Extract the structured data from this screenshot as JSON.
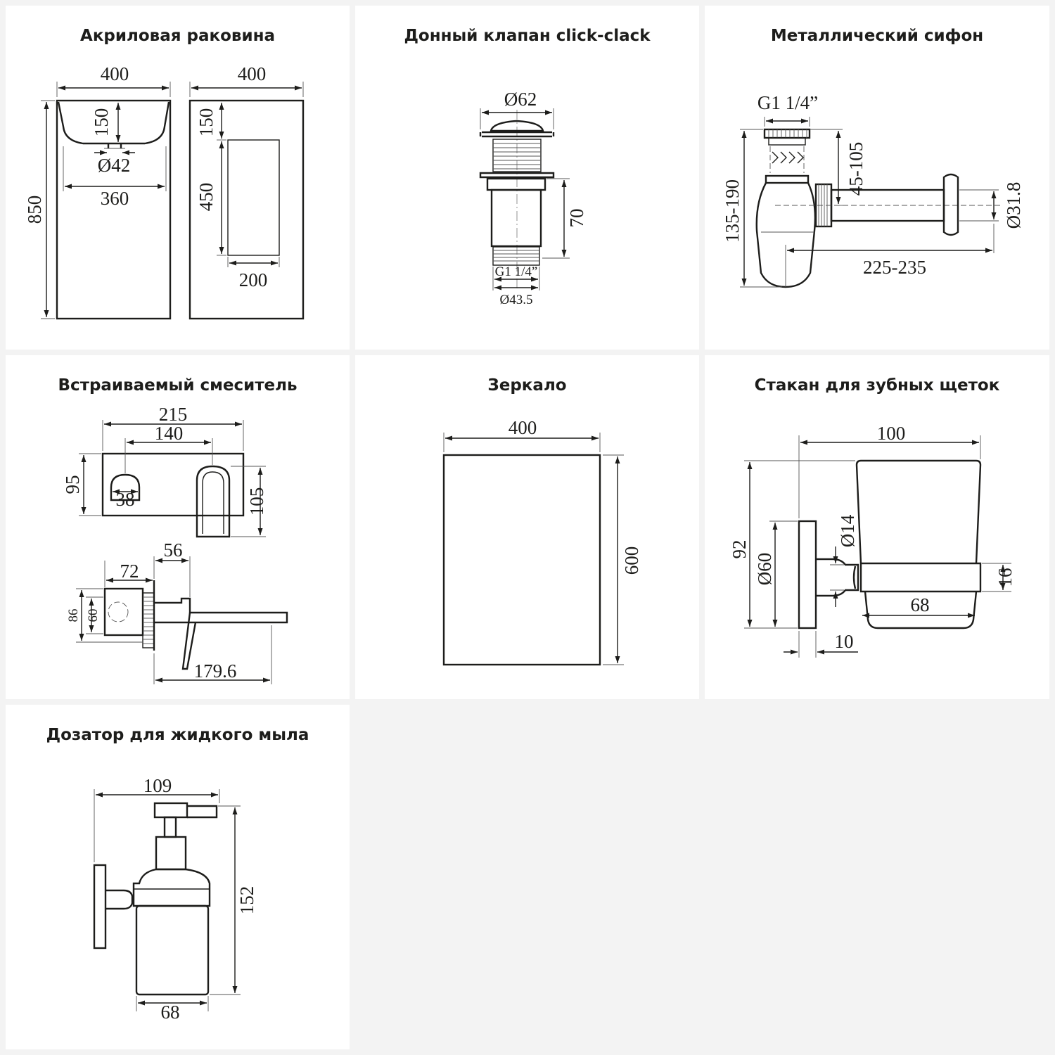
{
  "colors": {
    "background": "#f3f3f3",
    "panel": "#ffffff",
    "ink": "#1d1d1b"
  },
  "panels": [
    {
      "title": "Акриловая раковина",
      "dims": {
        "w_front": "400",
        "w_side": "400",
        "h_total": "850",
        "bowl_depth": "150",
        "side_top": "150",
        "drain": "Ø42",
        "inner_w": "360",
        "niche_h": "450",
        "niche_w": "200"
      }
    },
    {
      "title": "Донный клапан click-clack",
      "dims": {
        "cap_d": "Ø62",
        "height": "70",
        "thread": "G1 1/4”",
        "thread_d": "Ø43.5"
      }
    },
    {
      "title": "Металлический сифон",
      "dims": {
        "thread": "G1 1/4”",
        "range_v": "45-105",
        "range_h": "135-190",
        "pipe_d": "Ø31.8",
        "reach": "225-235"
      }
    },
    {
      "title": "Встраиваемый смеситель",
      "dims": {
        "plate_w": "215",
        "hole_dist": "140",
        "plate_h": "95",
        "handle_h": "105",
        "knob_w": "38",
        "side_a": "56",
        "side_b": "72",
        "body_h": "86",
        "flange_h": "60",
        "spout": "179.6"
      }
    },
    {
      "title": "Зеркало",
      "dims": {
        "w": "400",
        "h": "600"
      }
    },
    {
      "title": "Стакан для зубных щеток",
      "dims": {
        "w": "100",
        "h": "92",
        "rose_d": "Ø60",
        "arm_d": "Ø14",
        "ring_h": "16",
        "glass_w": "68",
        "rose_t": "10"
      }
    },
    {
      "title": "Дозатор для жидкого мыла",
      "dims": {
        "w": "109",
        "h": "152",
        "glass_w": "68"
      }
    }
  ]
}
